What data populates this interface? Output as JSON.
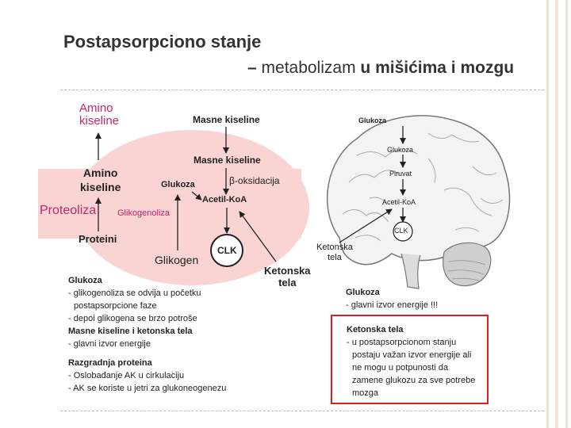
{
  "title": {
    "line1": "Postapsorpciono stanje",
    "line2_dash": "– ",
    "line2_normal": "metabolizam ",
    "line2_bold_u": "u ",
    "line2_bold": "mišićima i mozgu"
  },
  "muscle": {
    "amino_kiseline_top_1": "Amino",
    "amino_kiseline_top_2": "kiseline",
    "amino_kiseline_1": "Amino",
    "amino_kiseline_2": "kiseline",
    "proteoliza": "Proteoliza",
    "glikogenoliza": "Glikogenoliza",
    "proteini": "Proteini",
    "masne_kiseline_top": "Masne kiseline",
    "masne_kiseline": "Masne kiseline",
    "beta_oksidacija": "β-oksidacija",
    "glukoza": "Glukoza",
    "acetil_koa": "Acetil-KoA",
    "glikogen": "Glikogen",
    "clk": "CLK",
    "ketonska_tela_1": "Ketonska",
    "ketonska_tela_2": "tela"
  },
  "brain": {
    "glukoza_top": "Glukoza",
    "glukoza": "Glukoza",
    "piruvat": "Piruvat",
    "acetil_koa": "Acetil-KoA",
    "clk": "CLK",
    "ketonska_tela_1": "Ketonska",
    "ketonska_tela_2": "tela"
  },
  "notes_left": {
    "glukoza_head": "Glukoza",
    "glukoza_l1": "- glikogenoliza se odvija u početku",
    "glukoza_l2": "postapsorpcione faze",
    "glukoza_l3": "- depoi glikogena se brzo potroše",
    "masne_head": "Masne kiseline i ketonska tela",
    "masne_l1": "- glavni izvor energije",
    "razgradnja_head": "Razgradnja proteina",
    "razgradnja_l1": "- Oslobađanje AK u cirkulaciju",
    "razgradnja_l2": "- AK se koriste u jetri za glukoneogenezu"
  },
  "notes_right": {
    "glukoza_head": "Glukoza",
    "glukoza_l1": "- glavni izvor energije !!!",
    "ketonska_head": "Ketonska tela",
    "ketonska_l1": "- u postapsorpcionom stanju",
    "ketonska_l2": "postaju važan izvor energije ali",
    "ketonska_l3": "ne mogu u potpunosti da",
    "ketonska_l4": "zamene glukozu za sve potrebe",
    "ketonska_l5": "mozga"
  },
  "colors": {
    "pink_region": "#fad3d3",
    "magenta_label": "#c8246a",
    "red_box": "#e02020",
    "brain_fill": "#f3f3f3"
  }
}
